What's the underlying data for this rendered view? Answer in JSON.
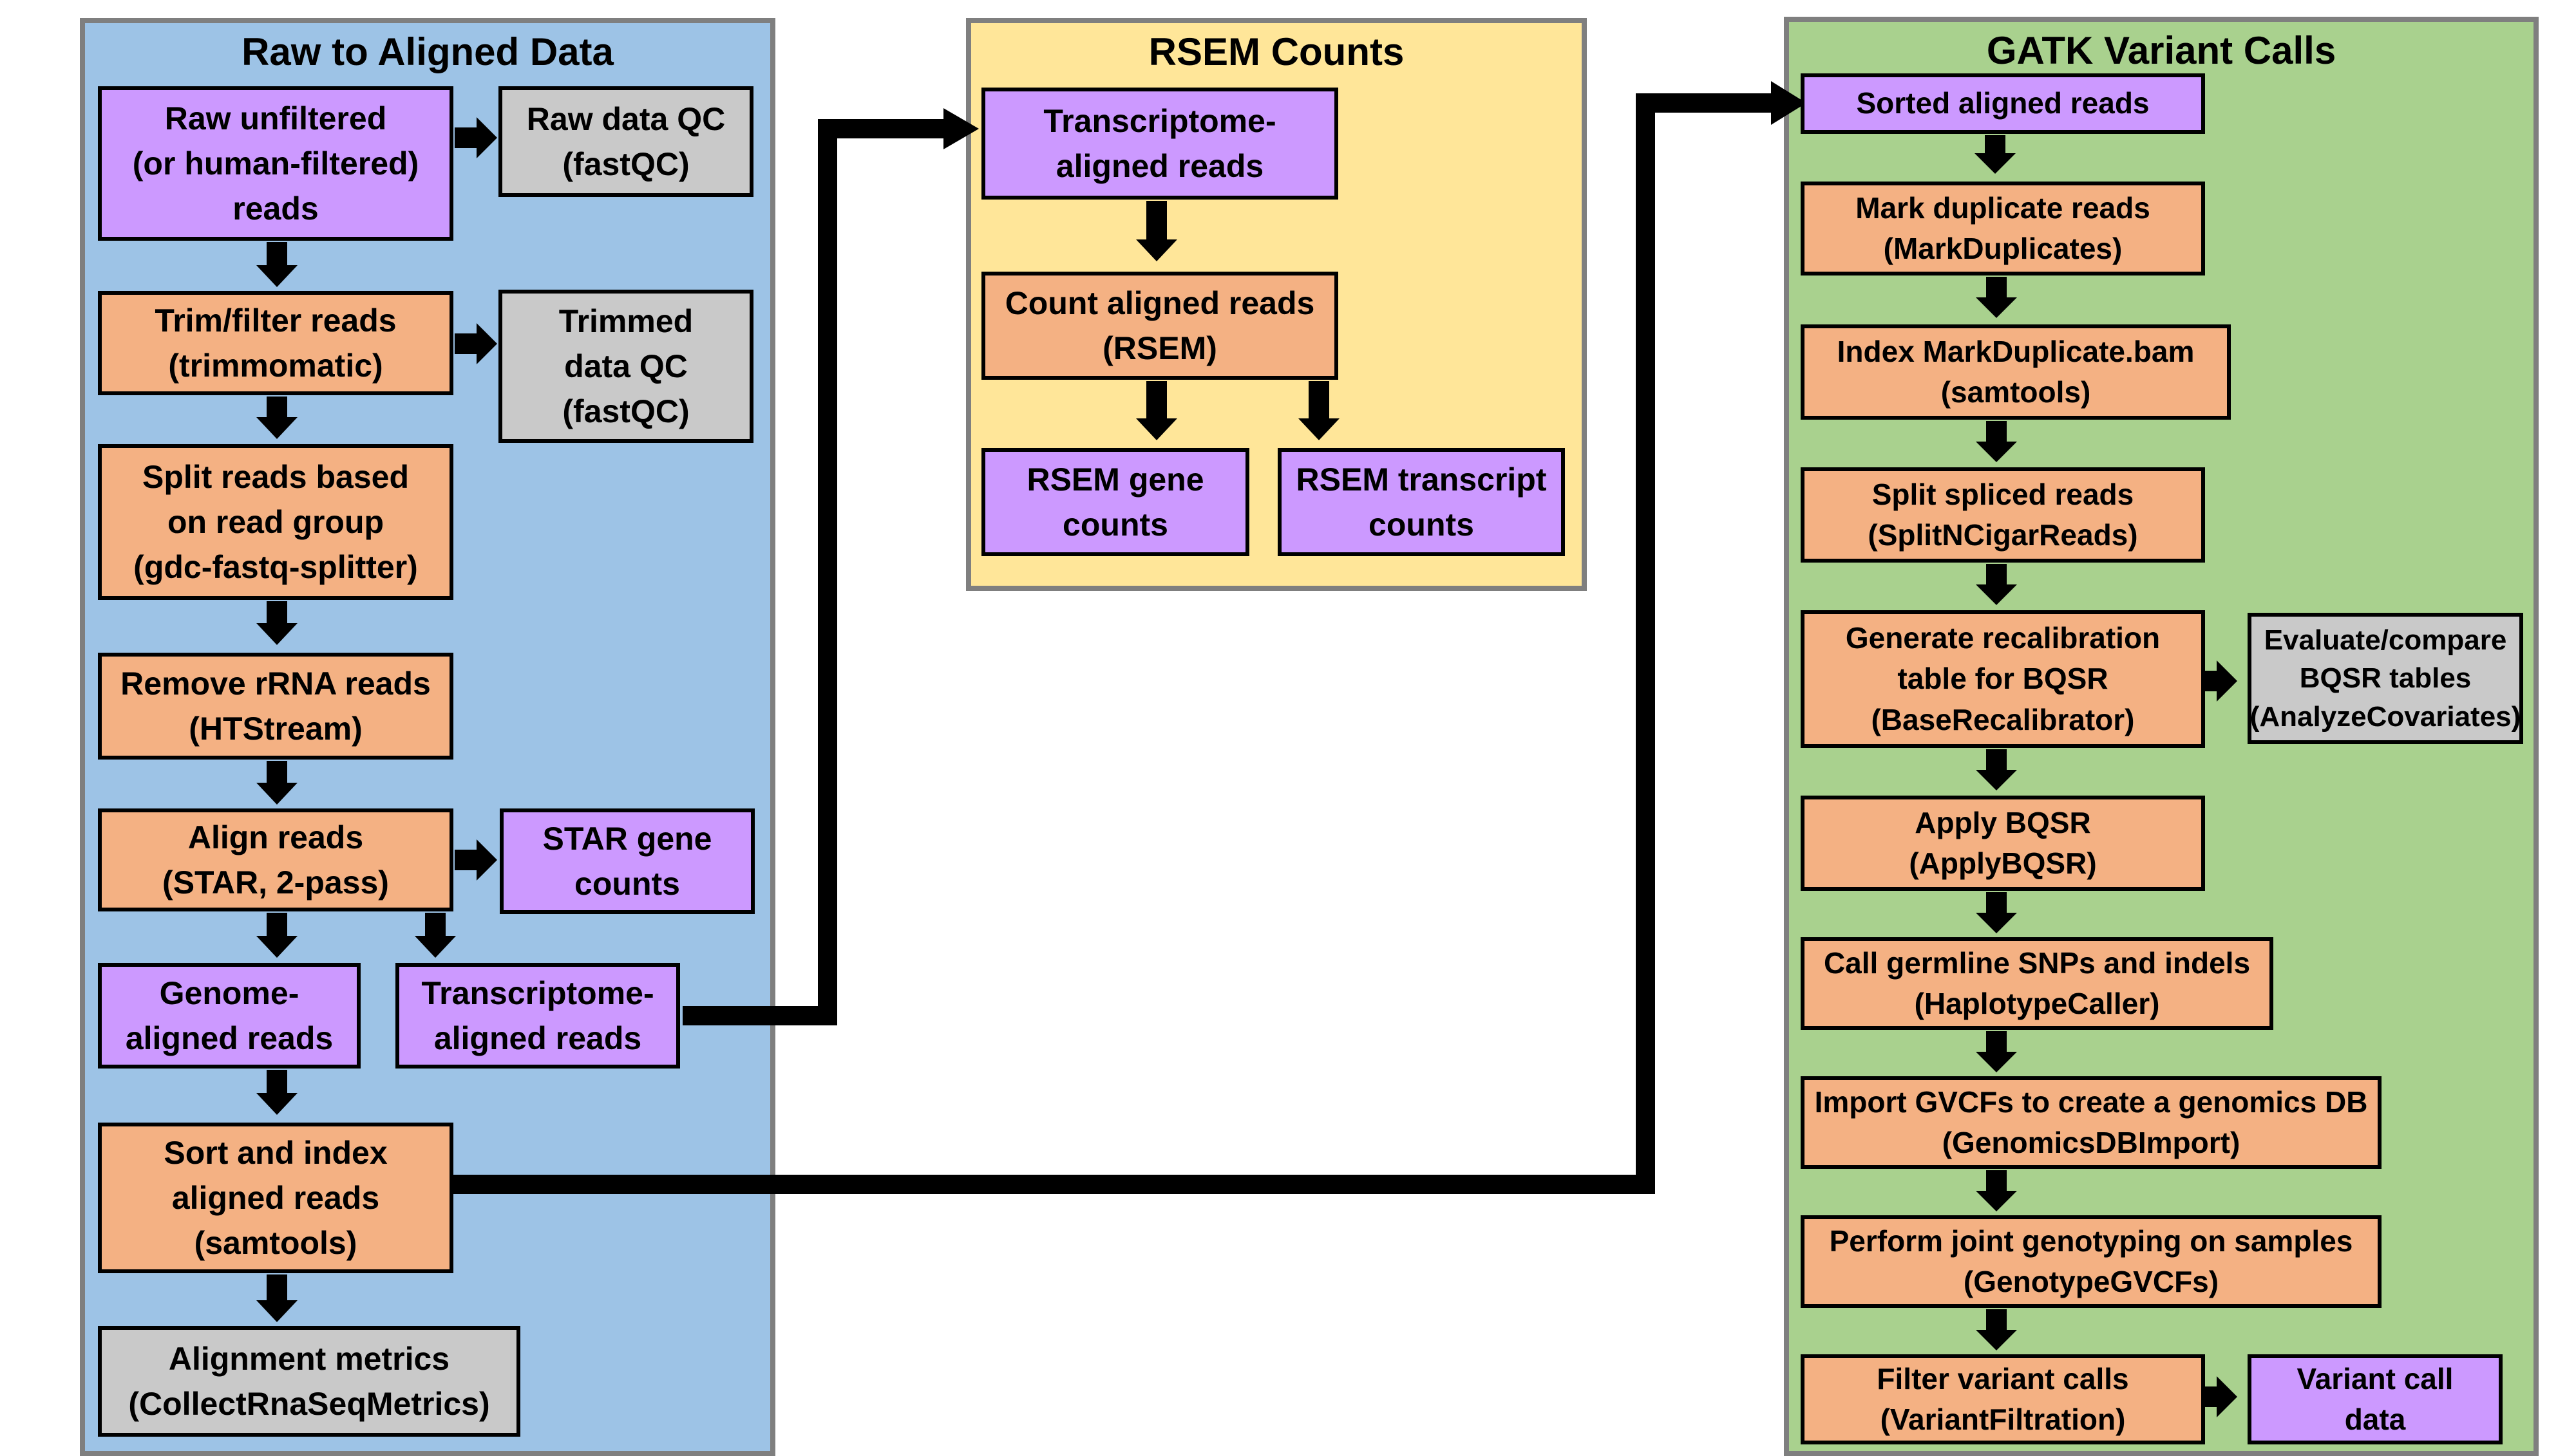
{
  "colors": {
    "panel_raw": "#9dc3e6",
    "panel_rsem": "#ffe699",
    "panel_gatk": "#a9d18e",
    "input_output_box": "#cc99ff",
    "process_box": "#f4b183",
    "qc_box": "#c9c9c9",
    "border": "#7f7f7f",
    "arrow": "#000000"
  },
  "panels": {
    "raw": {
      "title": "Raw to Aligned Data"
    },
    "rsem": {
      "title": "RSEM Counts"
    },
    "gatk": {
      "title": "GATK Variant Calls"
    }
  },
  "raw": {
    "raw_reads": "Raw unfiltered\n(or human-filtered)\nreads",
    "raw_qc": "Raw data QC\n(fastQC)",
    "trim": "Trim/filter reads\n(trimmomatic)",
    "trim_qc": "Trimmed\ndata QC\n(fastQC)",
    "split": "Split reads based\non read group\n(gdc-fastq-splitter)",
    "rrna": "Remove rRNA reads\n(HTStream)",
    "align": "Align reads\n(STAR, 2-pass)",
    "star_counts": "STAR gene\ncounts",
    "genome_aligned": "Genome-\naligned reads",
    "transcriptome_aligned": "Transcriptome-\naligned reads",
    "sort_index": "Sort and index\naligned reads\n(samtools)",
    "align_metrics": "Alignment metrics\n(CollectRnaSeqMetrics)"
  },
  "rsem": {
    "transcriptome_aligned": "Transcriptome-\naligned reads",
    "count": "Count aligned reads\n(RSEM)",
    "gene_counts": "RSEM gene\ncounts",
    "transcript_counts": "RSEM transcript\ncounts"
  },
  "gatk": {
    "sorted": "Sorted aligned reads",
    "markdup": "Mark duplicate reads\n(MarkDuplicates)",
    "index": "Index MarkDuplicate.bam\n(samtools)",
    "splitn": "Split spliced reads\n(SplitNCigarReads)",
    "recal": "Generate recalibration\ntable for BQSR\n(BaseRecalibrator)",
    "evaluate": "Evaluate/compare\nBQSR tables\n(AnalyzeCovariates)",
    "apply": "Apply BQSR\n(ApplyBQSR)",
    "haplotype": "Call germline SNPs and indels\n(HaplotypeCaller)",
    "import": "Import GVCFs to create a genomics DB\n(GenomicsDBImport)",
    "genotype": "Perform joint genotyping on samples\n(GenotypeGVCFs)",
    "filter": "Filter variant calls\n(VariantFiltration)",
    "variant_data": "Variant call\ndata"
  }
}
